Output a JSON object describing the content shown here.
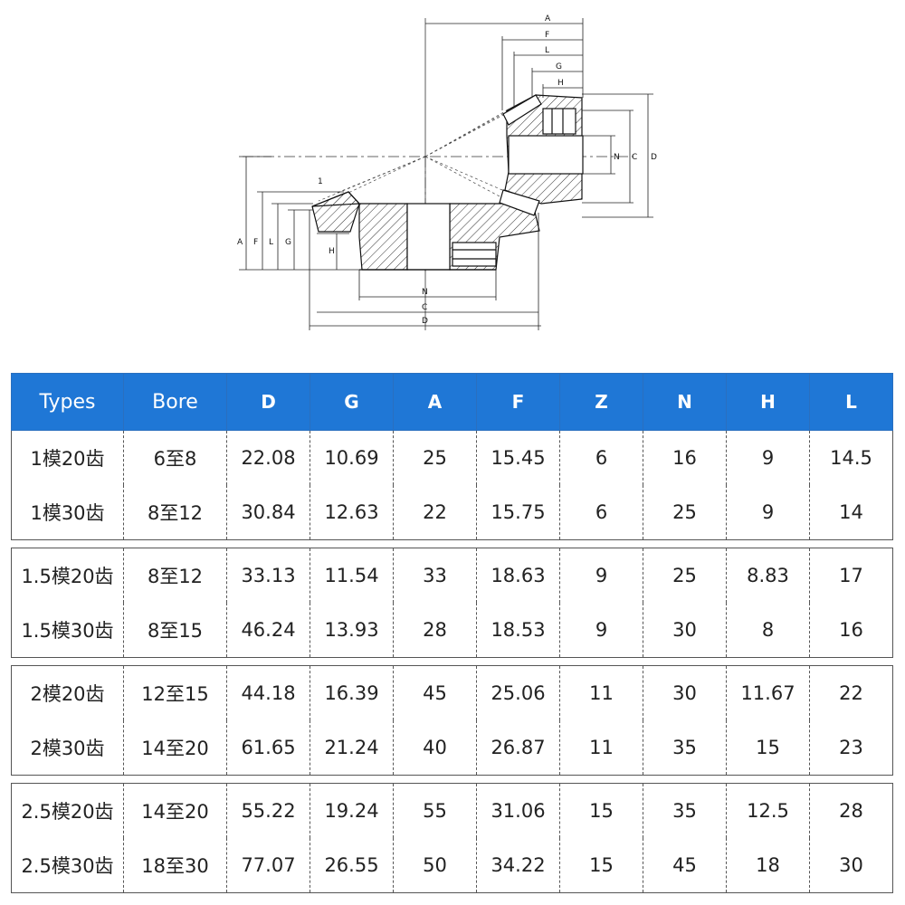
{
  "drawing": {
    "top_dims": [
      "A",
      "F",
      "L",
      "G",
      "H"
    ],
    "right_dims": [
      "N",
      "C",
      "D"
    ],
    "left_dims": [
      "A",
      "F",
      "L",
      "G",
      "H"
    ],
    "bottom_dims": [
      "N",
      "C",
      "D"
    ],
    "tooth_label": "1"
  },
  "table": {
    "headers": [
      "Types",
      "Bore",
      "D",
      "G",
      "A",
      "F",
      "Z",
      "N",
      "H",
      "L"
    ],
    "groups": [
      [
        [
          "1模20齿",
          "6至8",
          "22.08",
          "10.69",
          "25",
          "15.45",
          "6",
          "16",
          "9",
          "14.5"
        ],
        [
          "1模30齿",
          "8至12",
          "30.84",
          "12.63",
          "22",
          "15.75",
          "6",
          "25",
          "9",
          "14"
        ]
      ],
      [
        [
          "1.5模20齿",
          "8至12",
          "33.13",
          "11.54",
          "33",
          "18.63",
          "9",
          "25",
          "8.83",
          "17"
        ],
        [
          "1.5模30齿",
          "8至15",
          "46.24",
          "13.93",
          "28",
          "18.53",
          "9",
          "30",
          "8",
          "16"
        ]
      ],
      [
        [
          "2模20齿",
          "12至15",
          "44.18",
          "16.39",
          "45",
          "25.06",
          "11",
          "30",
          "11.67",
          "22"
        ],
        [
          "2模30齿",
          "14至20",
          "61.65",
          "21.24",
          "40",
          "26.87",
          "11",
          "35",
          "15",
          "23"
        ]
      ],
      [
        [
          "2.5模20齿",
          "14至20",
          "55.22",
          "19.24",
          "55",
          "31.06",
          "15",
          "35",
          "12.5",
          "28"
        ],
        [
          "2.5模30齿",
          "18至30",
          "77.07",
          "26.55",
          "50",
          "34.22",
          "15",
          "45",
          "18",
          "30"
        ]
      ]
    ]
  }
}
